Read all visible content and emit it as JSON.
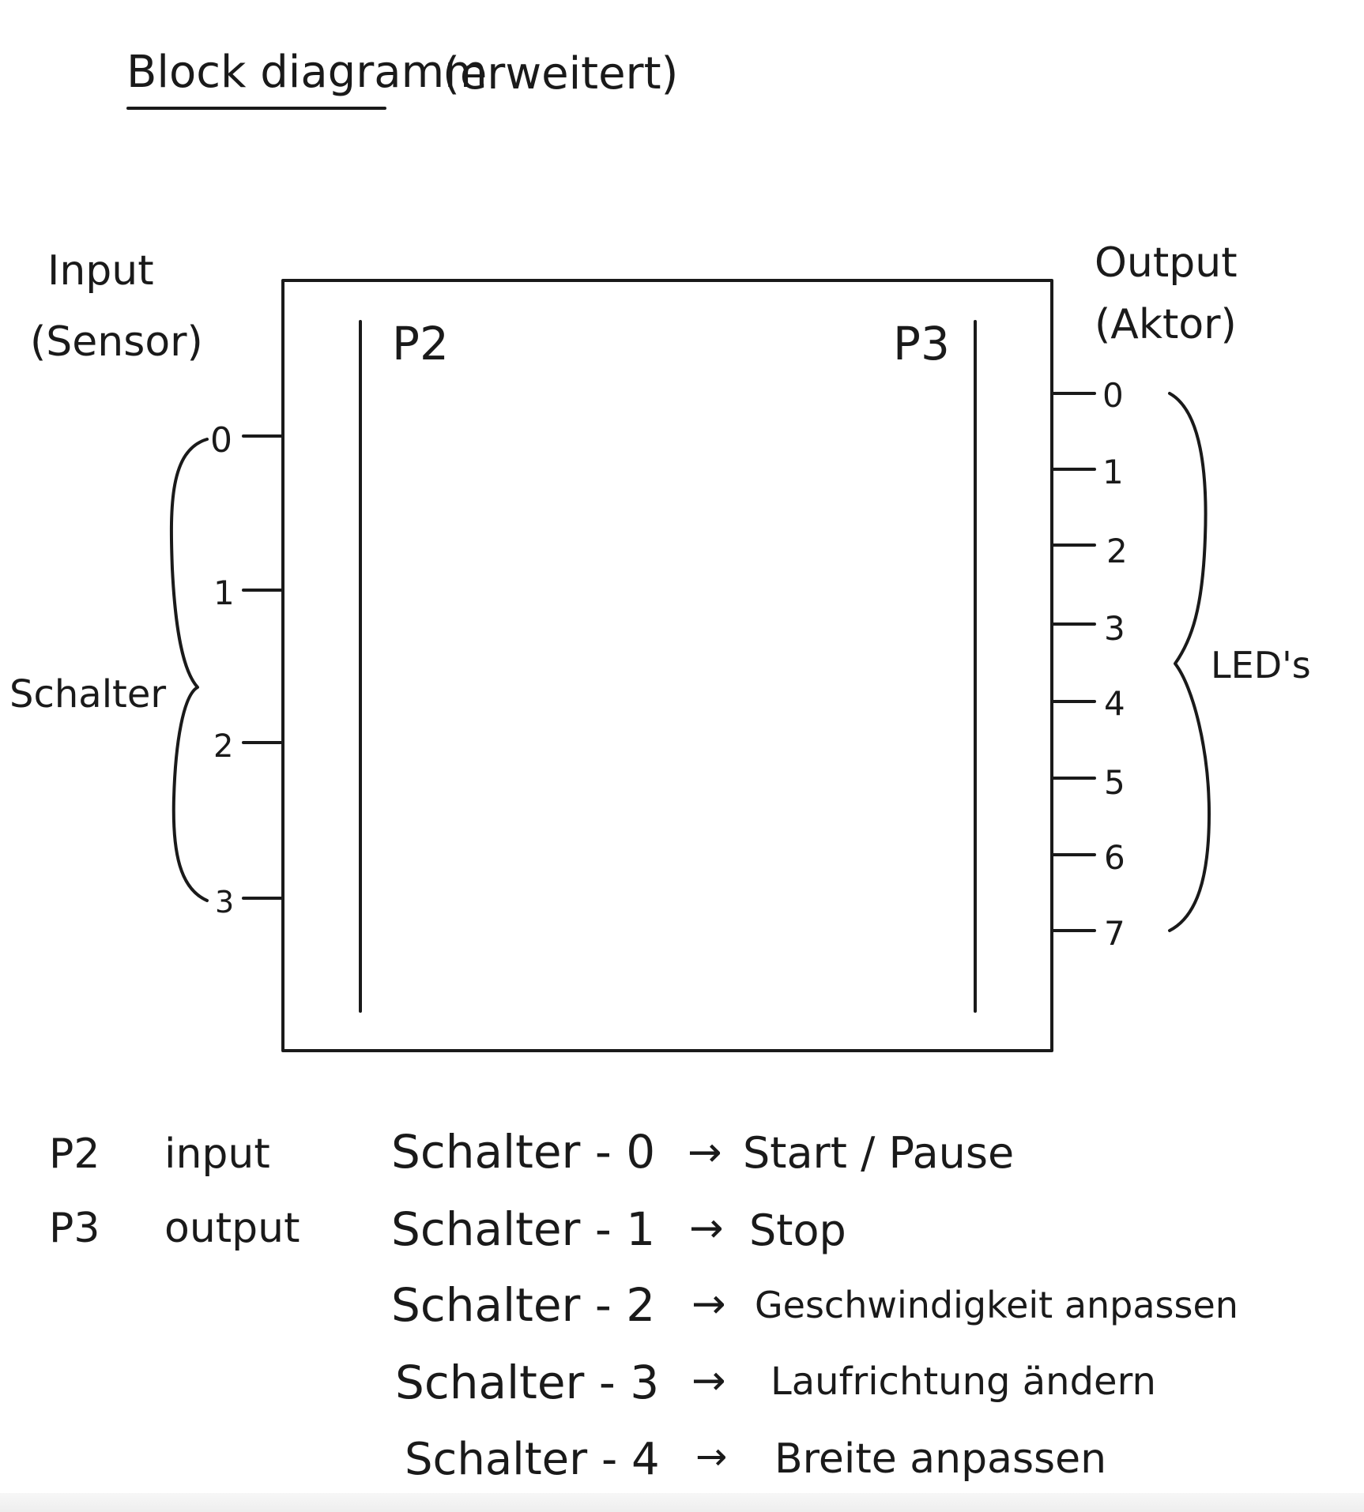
{
  "title": "Block diagramm",
  "subtitle": "(erweitert)",
  "input_label": "Input",
  "input_sub": "(Sensor)",
  "output_label": "Output",
  "output_sub": "(Aktor)",
  "port_left": "P2",
  "port_right": "P3",
  "input_pins": [
    "0",
    "1",
    "2",
    "3"
  ],
  "input_group": "Schalter",
  "output_pins": [
    "0",
    "1",
    "2",
    "3",
    "4",
    "5",
    "6",
    "7"
  ],
  "output_group": "LED's",
  "legend": [
    {
      "port": "P2",
      "role": "input"
    },
    {
      "port": "P3",
      "role": "output"
    }
  ],
  "mappings": [
    {
      "switch": "Schalter - 0",
      "arrow": "→",
      "action": "Start / Pause"
    },
    {
      "switch": "Schalter - 1",
      "arrow": "→",
      "action": "Stop"
    },
    {
      "switch": "Schalter - 2",
      "arrow": "→",
      "action": "Geschwindigkeit anpassen"
    },
    {
      "switch": "Schalter - 3",
      "arrow": "→",
      "action": "Laufrichtung ändern"
    },
    {
      "switch": "Schalter - 4",
      "arrow": "→",
      "action": "Breite anpassen"
    }
  ]
}
